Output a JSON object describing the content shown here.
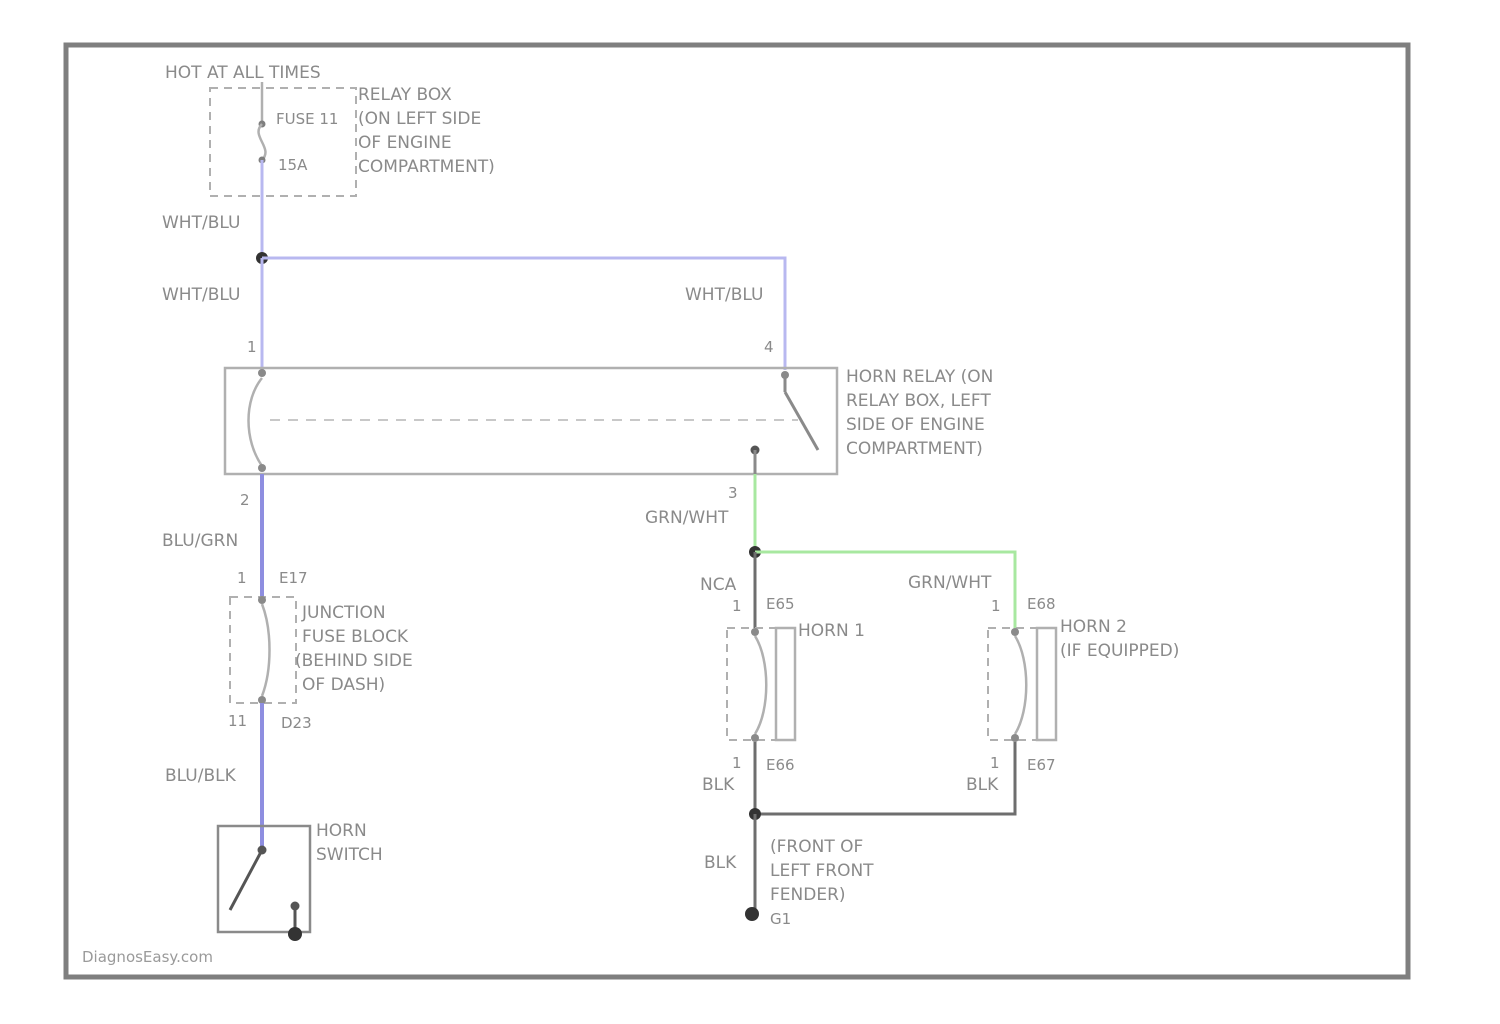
{
  "labels": {
    "hot_at_all_times": "HOT AT ALL TIMES",
    "relay_box": [
      "RELAY BOX",
      "(ON LEFT SIDE",
      "OF ENGINE",
      "COMPARTMENT)"
    ],
    "fuse": "FUSE 11",
    "fuse_amp": "15A",
    "wire_wht_blu_1": "WHT/BLU",
    "wire_wht_blu_2": "WHT/BLU",
    "wire_wht_blu_3": "WHT/BLU",
    "horn_relay": [
      "HORN RELAY (ON",
      "RELAY BOX, LEFT",
      "SIDE OF ENGINE",
      "COMPARTMENT)"
    ],
    "pin_1": "1",
    "pin_4": "4",
    "pin_2": "2",
    "pin_3": "3",
    "wire_grn_wht_1": "GRN/WHT",
    "wire_blu_grn": "BLU/GRN",
    "conn_e17_pin": "1",
    "conn_e17": "E17",
    "junction_block": [
      "JUNCTION",
      "FUSE BLOCK",
      "(BEHIND SIDE",
      "OF DASH)"
    ],
    "conn_d23_pin": "11",
    "conn_d23": "D23",
    "wire_blu_blk": "BLU/BLK",
    "horn_switch": [
      "HORN",
      "SWITCH"
    ],
    "wire_nca": "NCA",
    "conn_e65_pin": "1",
    "conn_e65": "E65",
    "horn_1": "HORN 1",
    "conn_e66_pin": "1",
    "conn_e66": "E66",
    "wire_blk_1": "BLK",
    "wire_grn_wht_2": "GRN/WHT",
    "conn_e68_pin": "1",
    "conn_e68": "E68",
    "horn_2": [
      "HORN 2",
      "(IF EQUIPPED)"
    ],
    "conn_e67_pin": "1",
    "conn_e67": "E67",
    "wire_blk_2": "BLK",
    "wire_blk_3": "BLK",
    "ground_location": [
      "(FRONT OF",
      "LEFT FRONT",
      "FENDER)"
    ],
    "ground_id": "G1",
    "watermark": "DiagnosEasy.com"
  },
  "colors": {
    "frame": "#7f7f7f",
    "wire_wht_blu": "#b8b8f0",
    "wire_blu": "#8e8ee0",
    "wire_grn": "#a8e8a0",
    "wire_blk": "#6e6e6e",
    "component": "#b0b0b0",
    "text": "#8a8a8a"
  }
}
